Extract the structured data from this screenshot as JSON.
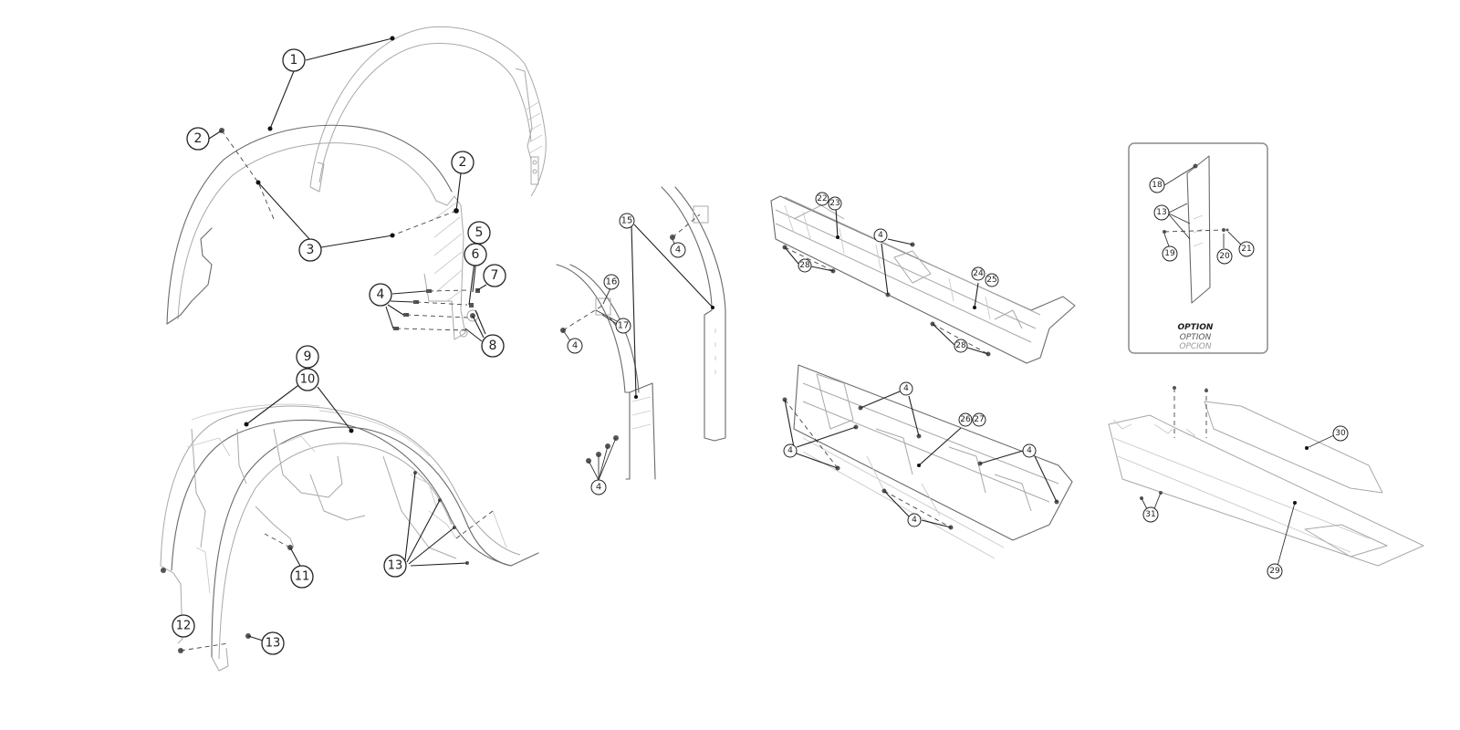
{
  "callouts": {
    "c1": "1",
    "c2a": "2",
    "c2b": "2",
    "c3": "3",
    "c4a": "4",
    "c5": "5",
    "c6": "6",
    "c7": "7",
    "c8": "8",
    "c9": "9",
    "c10": "10",
    "c11": "11",
    "c12": "12",
    "c13a": "13",
    "c13b": "13",
    "c15": "15",
    "c16": "16",
    "c17": "17",
    "c4b": "4",
    "c4c": "4",
    "c4d": "4",
    "c22": "22",
    "c23": "23",
    "c24": "24",
    "c25": "25",
    "c28a": "28",
    "c28b": "28",
    "c4e": "4",
    "c26": "26",
    "c27": "27",
    "c4f": "4",
    "c4g": "4",
    "c4h": "4",
    "c4i": "4",
    "c18": "18",
    "c13c": "13",
    "c19": "19",
    "c20": "20",
    "c21": "21",
    "c30": "30",
    "c29": "29",
    "c31": "31"
  },
  "option_box": {
    "line1": "OPTION",
    "line2": "OPTION",
    "line3": "OPCION"
  }
}
